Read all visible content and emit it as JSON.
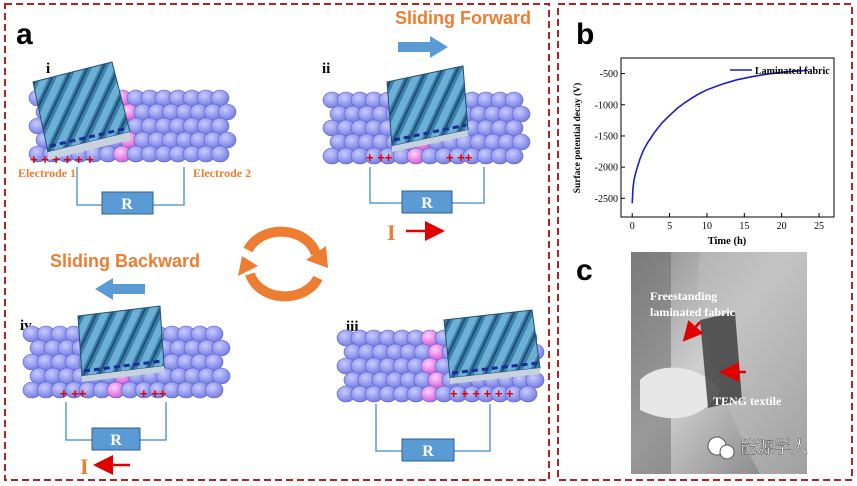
{
  "colors": {
    "dash_border": "#b22222",
    "fabric_blue": "#7f86e8",
    "fabric_pink": "#e26be0",
    "laminate_blue": "#3e7fb0",
    "orange": "#ed7d31",
    "arrow_blue": "#5b9bd5",
    "red": "#e00000",
    "wire": "#5b9bd5",
    "curve_blue": "#1a1fc4"
  },
  "panel_a": {
    "label": "a",
    "sub_i": "i",
    "sub_ii": "ii",
    "sub_iii": "iii",
    "sub_iv": "iv",
    "sliding_forward": "Sliding Forward",
    "sliding_backward": "Sliding Backward",
    "electrode1": "Electrode  1",
    "electrode2": "Electrode 2",
    "resistor": "R",
    "current": "I",
    "plus_row": "+ + + + + +",
    "plus_short": "+ ++",
    "plus_short2": "+ + +",
    "plus_row_iii": "+ + + + + +"
  },
  "panel_b": {
    "label": "b",
    "legend": "Laminated fabric",
    "ylabel": "Surface potential decay (V)",
    "xlabel": "Time (h)",
    "xticks": [
      "0",
      "5",
      "10",
      "15",
      "20",
      "25"
    ],
    "yticks": [
      "-500",
      "-1000",
      "-1500",
      "-2000",
      "-2500"
    ]
  },
  "panel_c": {
    "label": "c",
    "annotation1_line1": "Freestanding",
    "annotation1_line2": "laminated fabric",
    "annotation2": "TENG textile",
    "watermark": "能源学人"
  },
  "chart_data": {
    "type": "line",
    "xlabel": "Time (h)",
    "ylabel": "Surface potential decay (V)",
    "xlim": [
      -1.5,
      27
    ],
    "ylim": [
      -2800,
      -250
    ],
    "series": [
      {
        "name": "Laminated fabric",
        "x": [
          0,
          0.1,
          0.25,
          0.5,
          1,
          1.5,
          2,
          3,
          4,
          5,
          6,
          7,
          8,
          9,
          10,
          12,
          14,
          16,
          18,
          20,
          22,
          23.5
        ],
        "y": [
          -2580,
          -2330,
          -2200,
          -2080,
          -1880,
          -1730,
          -1620,
          -1440,
          -1290,
          -1170,
          -1060,
          -970,
          -890,
          -820,
          -760,
          -670,
          -600,
          -550,
          -510,
          -480,
          -460,
          -450
        ]
      }
    ]
  }
}
